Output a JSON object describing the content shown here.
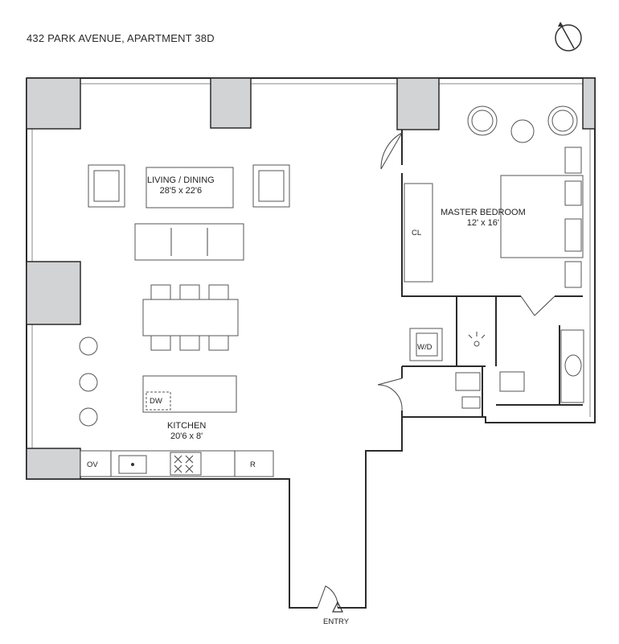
{
  "title": "432 PARK AVENUE, APARTMENT 38D",
  "rooms": {
    "living": {
      "name": "LIVING / DINING",
      "size": "28'5 x 22'6"
    },
    "bedroom": {
      "name": "MASTER BEDROOM",
      "size": "12' x 16'"
    },
    "kitchen": {
      "name": "KITCHEN",
      "size": "20'6 x 8'"
    }
  },
  "fixtures": {
    "closet": "CL",
    "washer_dryer": "W/D",
    "dishwasher": "DW",
    "oven": "OV",
    "refrigerator": "R"
  },
  "entry": "ENTRY",
  "colors": {
    "column_fill": "#d2d3d5",
    "wall": "#2b2b2b"
  }
}
